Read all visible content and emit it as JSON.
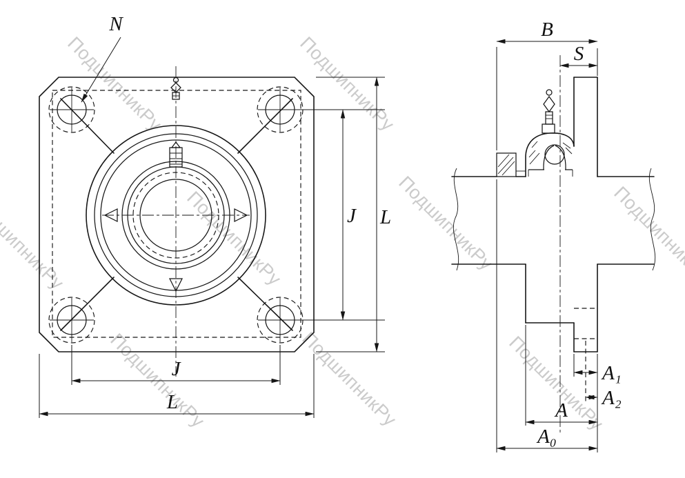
{
  "watermark": {
    "text": "ПодшипникРу",
    "color": "#cbcbcb"
  },
  "labels": {
    "n": "N",
    "j_side": "J",
    "l_side": "L",
    "j_bottom": "J",
    "l_bottom": "L",
    "b": "B",
    "s": "S",
    "a1": "A₁",
    "a2": "A₂",
    "a": "A",
    "a0": "A₀"
  }
}
